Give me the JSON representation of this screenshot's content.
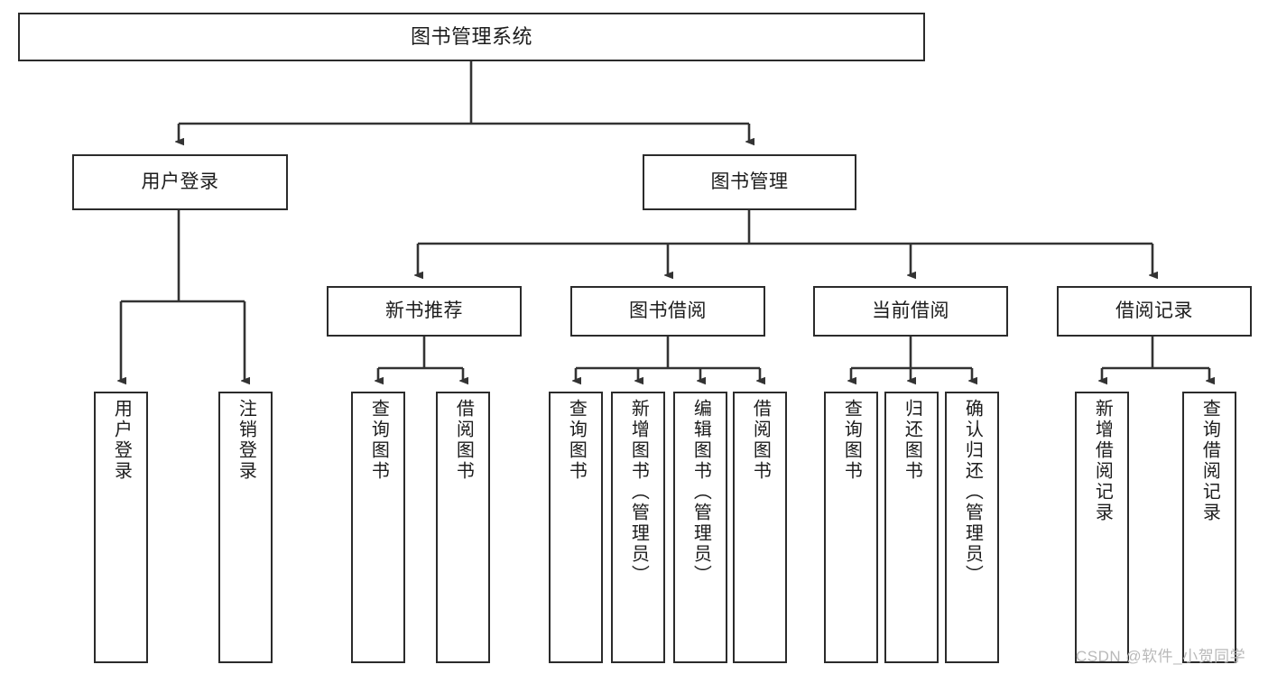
{
  "diagram": {
    "type": "tree-hierarchy",
    "title": "图书管理系统",
    "watermark": "CSDN @软件_小贺同学",
    "colors": {
      "border": "#2b2b2b",
      "background": "#ffffff",
      "text": "#1c1c1c",
      "connector": "#333333",
      "watermark": "#b9b9b9"
    },
    "levels": [
      {
        "level": 1,
        "nodes": [
          {
            "id": "root",
            "label": "图书管理系统",
            "orientation": "horizontal"
          }
        ]
      },
      {
        "level": 2,
        "nodes": [
          {
            "id": "user-login",
            "label": "用户登录",
            "orientation": "horizontal",
            "parent": "root"
          },
          {
            "id": "book-manage",
            "label": "图书管理",
            "orientation": "horizontal",
            "parent": "root"
          }
        ]
      },
      {
        "level": 3,
        "nodes": [
          {
            "id": "new-book-rec",
            "label": "新书推荐",
            "orientation": "horizontal",
            "parent": "book-manage"
          },
          {
            "id": "book-borrow",
            "label": "图书借阅",
            "orientation": "horizontal",
            "parent": "book-manage"
          },
          {
            "id": "current-borrow",
            "label": "当前借阅",
            "orientation": "horizontal",
            "parent": "book-manage"
          },
          {
            "id": "borrow-record",
            "label": "借阅记录",
            "orientation": "horizontal",
            "parent": "book-manage"
          }
        ]
      },
      {
        "level": 4,
        "nodes": [
          {
            "id": "leaf-user-login",
            "label": "用户登录",
            "orientation": "vertical",
            "parent": "user-login"
          },
          {
            "id": "leaf-logout",
            "label": "注销登录",
            "orientation": "vertical",
            "parent": "user-login"
          },
          {
            "id": "leaf-query-book-1",
            "label": "查询图书",
            "orientation": "vertical",
            "parent": "new-book-rec"
          },
          {
            "id": "leaf-borrow-book-1",
            "label": "借阅图书",
            "orientation": "vertical",
            "parent": "new-book-rec"
          },
          {
            "id": "leaf-query-book-2",
            "label": "查询图书",
            "orientation": "vertical",
            "parent": "book-borrow"
          },
          {
            "id": "leaf-add-book",
            "label": "新增图书（管理员）",
            "orientation": "vertical",
            "parent": "book-borrow"
          },
          {
            "id": "leaf-edit-book",
            "label": "编辑图书（管理员）",
            "orientation": "vertical",
            "parent": "book-borrow"
          },
          {
            "id": "leaf-borrow-book-2",
            "label": "借阅图书",
            "orientation": "vertical",
            "parent": "book-borrow"
          },
          {
            "id": "leaf-query-book-3",
            "label": "查询图书",
            "orientation": "vertical",
            "parent": "current-borrow"
          },
          {
            "id": "leaf-return-book",
            "label": "归还图书",
            "orientation": "vertical",
            "parent": "current-borrow"
          },
          {
            "id": "leaf-confirm-return",
            "label": "确认归还（管理员）",
            "orientation": "vertical",
            "parent": "current-borrow"
          },
          {
            "id": "leaf-add-record",
            "label": "新增借阅记录",
            "orientation": "vertical",
            "parent": "borrow-record"
          },
          {
            "id": "leaf-query-record",
            "label": "查询借阅记录",
            "orientation": "vertical",
            "parent": "borrow-record"
          }
        ]
      }
    ]
  }
}
